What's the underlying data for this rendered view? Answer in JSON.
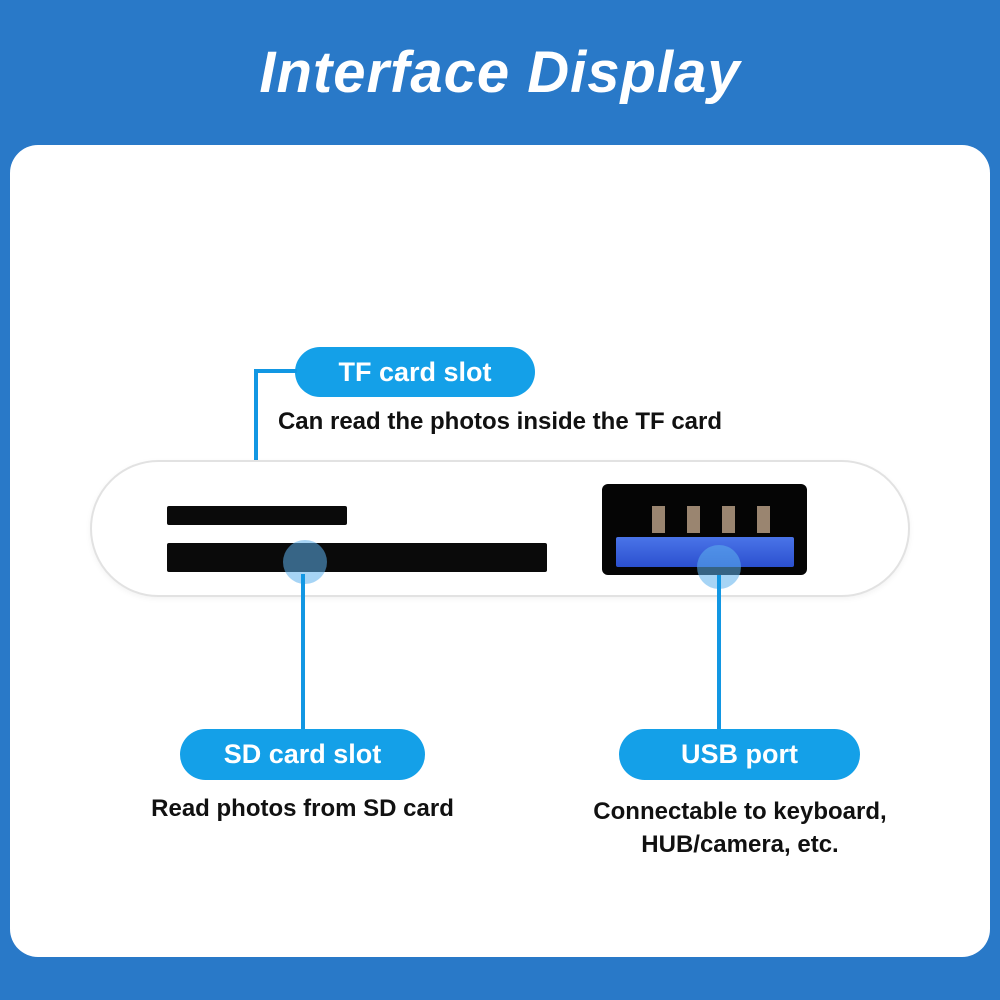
{
  "header": {
    "title": "Interface Display"
  },
  "colors": {
    "page_background": "#2979C8",
    "accent_blue": "#14A0E8",
    "connector_blue": "#1297E3",
    "card_background": "#FFFFFF",
    "slot_black": "#0A0A0A",
    "usb_tongue_blue": "#3E63DE",
    "usb_pin_bronze": "#9A8570"
  },
  "callouts": {
    "tf": {
      "label": "TF card slot",
      "caption": "Can read the photos inside the TF card"
    },
    "sd": {
      "label": "SD card slot",
      "caption": "Read photos from SD card"
    },
    "usb": {
      "label": "USB port",
      "caption_line1": "Connectable to keyboard,",
      "caption_line2": "HUB/camera, etc."
    }
  }
}
